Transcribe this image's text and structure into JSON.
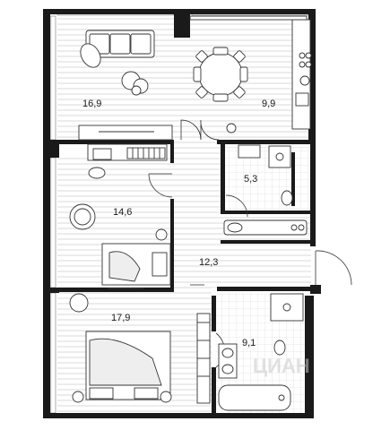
{
  "rooms": [
    {
      "id": "living",
      "area": "16,9"
    },
    {
      "id": "kitchen",
      "area": "9,9"
    },
    {
      "id": "bedroom-1",
      "area": "14,6"
    },
    {
      "id": "bathroom-1",
      "area": "5,3"
    },
    {
      "id": "hall",
      "area": "12,3"
    },
    {
      "id": "bedroom-2",
      "area": "17,9"
    },
    {
      "id": "bathroom-2",
      "area": "9,1"
    }
  ],
  "watermark": "ЦИАН",
  "colors": {
    "wall": "#1a1a1a",
    "floor_hatch": "#d9d9d9",
    "line": "#333333"
  }
}
